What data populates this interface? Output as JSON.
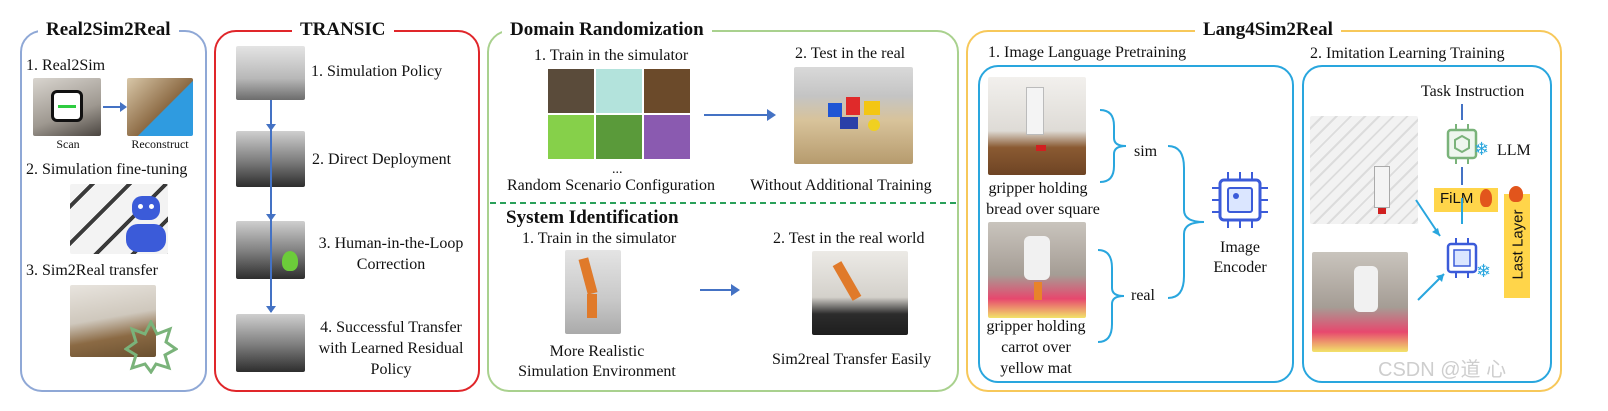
{
  "panels": {
    "real2sim2real": {
      "title": "Real2Sim2Real",
      "step1": "1. Real2Sim",
      "scan": "Scan",
      "reconstruct": "Reconstruct",
      "step2": "2. Simulation fine-tuning",
      "step3": "3. Sim2Real transfer"
    },
    "transic": {
      "title": "TRANSIC",
      "step1": "1. Simulation Policy",
      "step2": "2. Direct Deployment",
      "step3_line1": "3. Human-in-the-Loop",
      "step3_line2": "Correction",
      "step4_line1": "4. Successful Transfer",
      "step4_line2": "with Learned Residual",
      "step4_line3": "Policy"
    },
    "domain_randomization": {
      "title": "Domain Randomization",
      "train": "1. Train in the simulator",
      "test": "2. Test in the real",
      "ellipsis": "...",
      "caption_left": "Random Scenario Configuration",
      "caption_right": "Without Additional Training"
    },
    "system_identification": {
      "title": "System Identification",
      "train": "1. Train in the simulator",
      "test": "2. Test in the real world",
      "caption_left_line1": "More Realistic",
      "caption_left_line2": "Simulation Environment",
      "caption_right": "Sim2real Transfer Easily"
    },
    "lang4sim2real": {
      "title": "Lang4Sim2Real",
      "pretrain_title": "1. Image Language Pretraining",
      "imitation_title": "2. Imitation Learning Training",
      "sim_caption_line1": "gripper holding",
      "sim_caption_line2": "bread over square",
      "real_caption_line1": "gripper holding",
      "real_caption_line2": "carrot over",
      "real_caption_line3": "yellow mat",
      "sim_label": "sim",
      "real_label": "real",
      "encoder_line1": "Image",
      "encoder_line2": "Encoder",
      "task_instruction": "Task Instruction",
      "llm": "LLM",
      "film": "FiLM",
      "last_layer": "Last Layer"
    }
  },
  "watermark": "CSDN @道 心",
  "colors": {
    "real2sim2real_border": "#8fa8d6",
    "transic_border": "#e0262a",
    "domain_border": "#a9d18e",
    "lang_border": "#f7c85a",
    "nested_border": "#29a6de",
    "arrow": "#4472c4",
    "dashed_divider": "#2aa05a",
    "film_bg": "#ffd54a",
    "lastlayer_bg": "#ffd54a",
    "icon_blue": "#3b5bd9",
    "icon_green": "#7ab37a"
  }
}
